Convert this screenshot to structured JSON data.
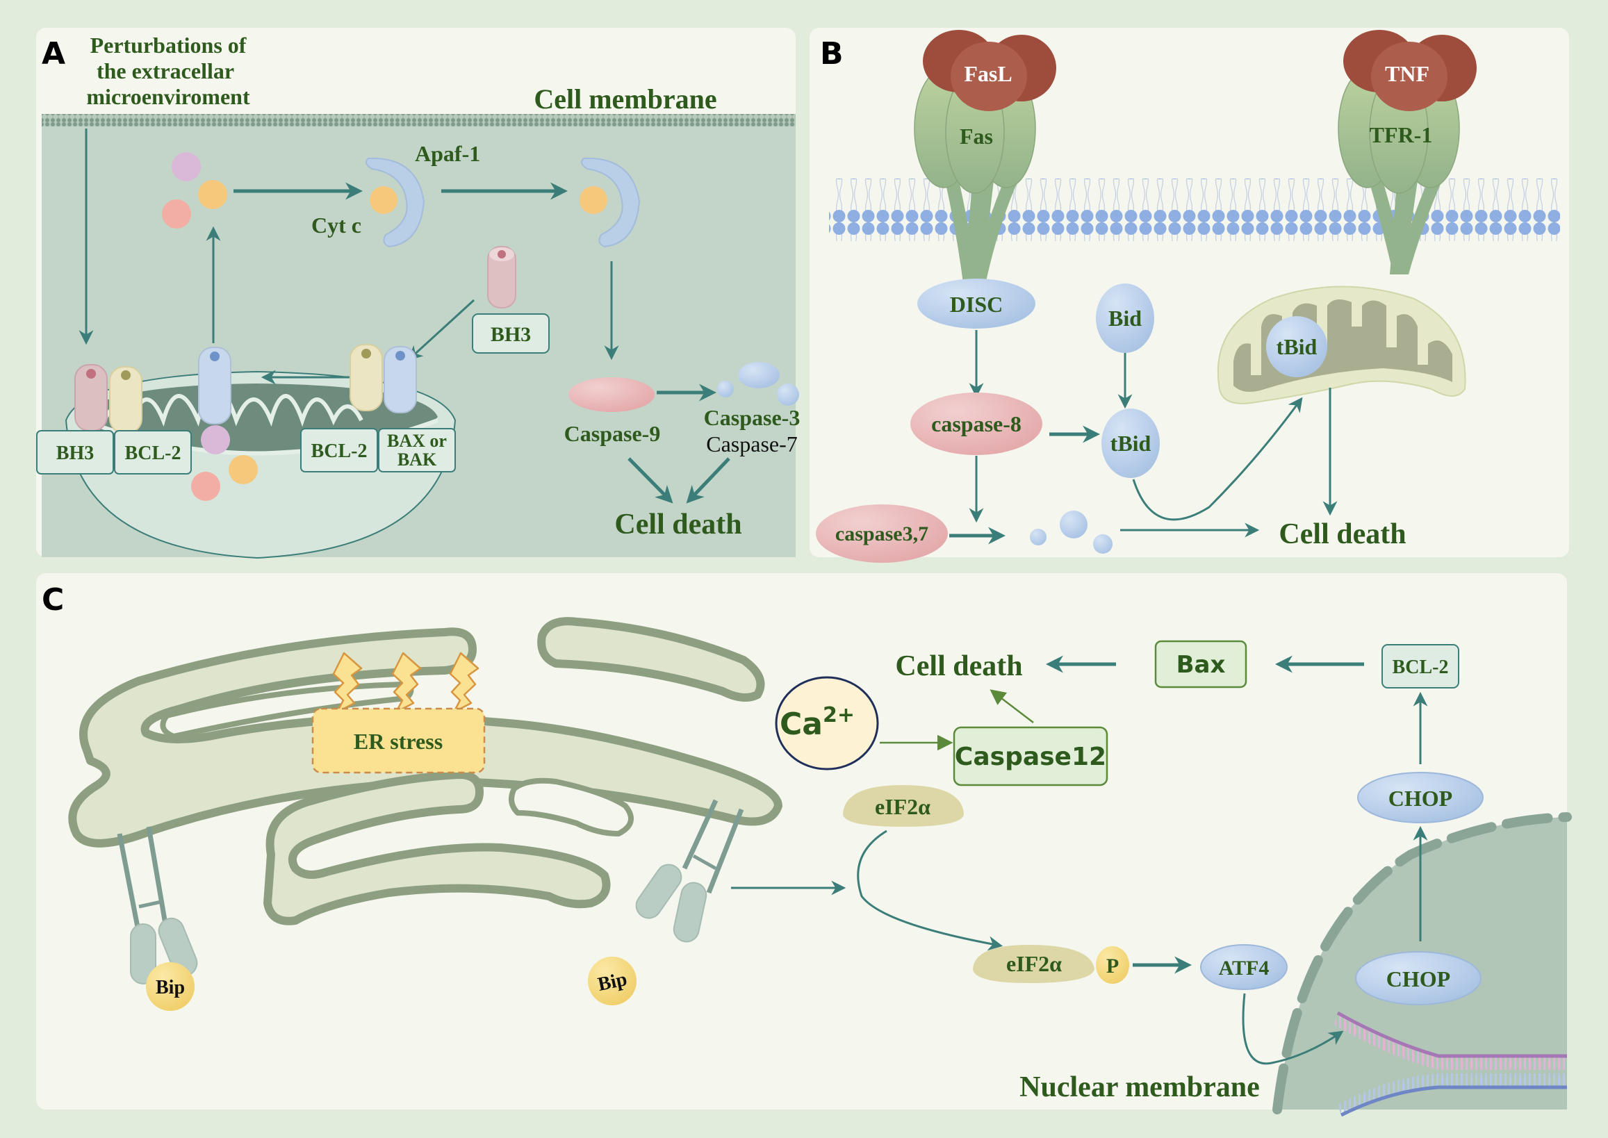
{
  "figure": {
    "panels": {
      "a": {
        "letter": "A",
        "stimulus_lines": [
          "Perturbations of",
          "the extracellar",
          "microenviroment"
        ],
        "cell_membrane": "Cell membrane",
        "apaf1": "Apaf-1",
        "cytc": "Cyt c",
        "bh3_free": "BH3",
        "mito_labels": [
          "BH3",
          "BCL-2",
          "BCL-2",
          "BAX or",
          "BAK"
        ],
        "caspase9": "Caspase-9",
        "caspase3": "Caspase-3",
        "caspase7": "Caspase-7",
        "cell_death": "Cell death"
      },
      "b": {
        "letter": "B",
        "fasl": "FasL",
        "fas": "Fas",
        "tnf": "TNF",
        "tfr1": "TFR-1",
        "disc": "DISC",
        "bid": "Bid",
        "tbid_mito": "tBid",
        "caspase8": "caspase-8",
        "tbid": "tBid",
        "caspase37": "caspase3,7",
        "cell_death": "Cell death"
      },
      "c": {
        "letter": "C",
        "er_stress": "ER stress",
        "bip_left": "Bip",
        "bip_right": "Bip",
        "ca": "Ca",
        "ca_sup": "2+",
        "caspase12": "Caspase12",
        "cell_death": "Cell death",
        "bax": "Bax",
        "bcl2": "BCL-2",
        "chop_top": "CHOP",
        "chop_bottom": "CHOP",
        "eif2a_top": "eIF2α",
        "eif2a_bottom": "eIF2α",
        "p": "P",
        "atf4": "ATF4",
        "nuclear_membrane": "Nuclear membrane"
      }
    },
    "colors": {
      "background": "#e2ecdd",
      "panel": "#f5f7ee",
      "cytoplasm": "#c3d5c8",
      "label_green": "#2f5a1d",
      "arrow_teal": "#3b7d78",
      "caspase_pink": "#e9b8b8",
      "protein_blue": "#b9cfe8",
      "receptor_green": "#a8c08e",
      "ligand_red": "#a85a48",
      "er_fill": "#dfe5cc",
      "er_stroke": "#8d9f80",
      "stress_yellow": "#fbe293",
      "nucleus": "#b1c6b6"
    }
  }
}
